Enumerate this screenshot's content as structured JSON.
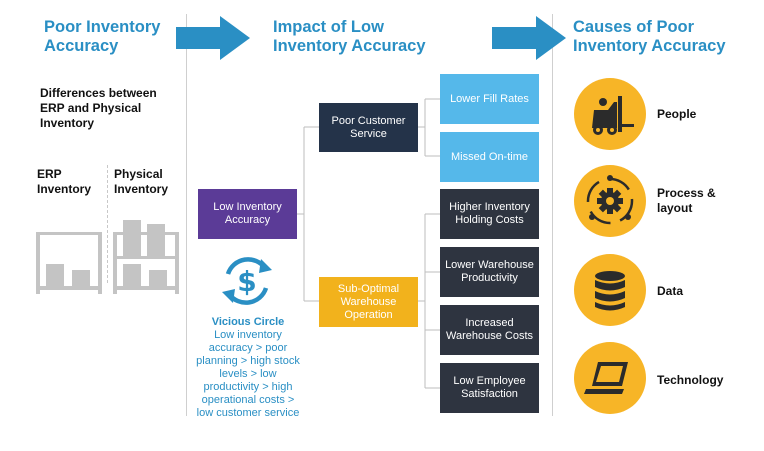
{
  "headings": {
    "col1": "Poor Inventory Accuracy",
    "col2": "Impact of Low Inventory Accuracy",
    "col3": "Causes of Poor Inventory Accuracy"
  },
  "differences": {
    "title": "Differences between ERP and Physical Inventory",
    "erp_label": "ERP Inventory",
    "physical_label": "Physical Inventory"
  },
  "impact": {
    "root": "Low Inventory Accuracy",
    "branches": [
      {
        "label": "Poor Customer Service",
        "effects": [
          "Lower Fill Rates",
          "Missed On-time"
        ]
      },
      {
        "label": "Sub-Optimal Warehouse Operation",
        "effects": [
          "Higher Inventory Holding Costs",
          "Lower Warehouse Productivity",
          "Increased Warehouse Costs",
          "Low Employee Satisfaction"
        ]
      }
    ]
  },
  "vicious_circle": {
    "title": "Vicious Circle",
    "text": "Low inventory accuracy > poor planning > high stock levels > low productivity > high operational costs > low customer service"
  },
  "causes": [
    {
      "label": "People",
      "icon": "forklift-icon"
    },
    {
      "label": "Process & layout",
      "icon": "gear-process-icon"
    },
    {
      "label": "Data",
      "icon": "database-icon"
    },
    {
      "label": "Technology",
      "icon": "laptop-icon"
    }
  ],
  "colors": {
    "heading_blue": "#2a8fc4",
    "navy": "#243349",
    "purple": "#5b3b97",
    "orange": "#f2b21c",
    "light_blue": "#55b8ea",
    "dark_slate": "#2e3440",
    "cause_yellow": "#f7b527"
  }
}
